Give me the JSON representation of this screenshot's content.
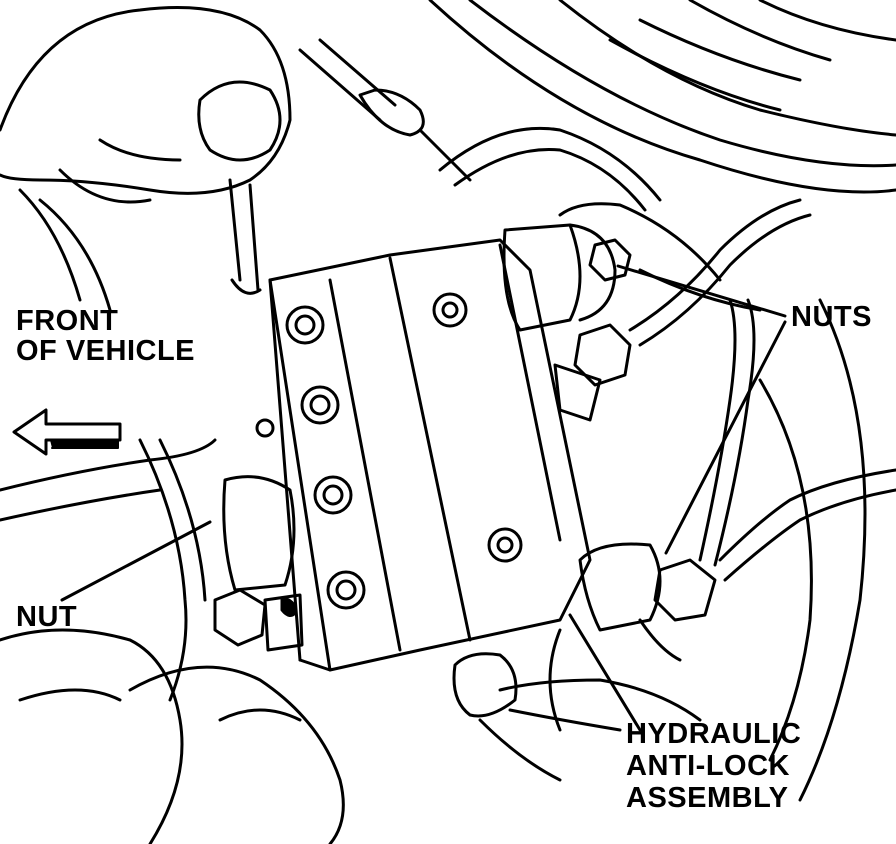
{
  "labels": {
    "front_of_vehicle": [
      "FRONT",
      "OF VEHICLE"
    ],
    "nuts": "NUTS",
    "nut": "NUT",
    "hydraulic_assembly": [
      "HYDRAULIC",
      "ANTI-LOCK",
      "ASSEMBLY"
    ]
  },
  "colors": {
    "ink": "#000000",
    "paper": "#ffffff"
  },
  "icons": {
    "direction": "arrow-left-icon"
  }
}
